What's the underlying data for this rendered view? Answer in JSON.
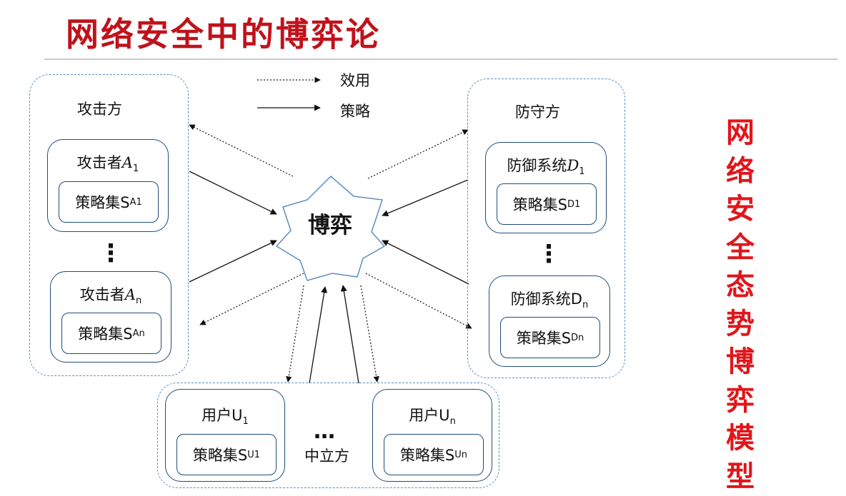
{
  "title": "网络安全中的博弈论",
  "side_title": [
    "网",
    "络",
    "安",
    "全",
    "态",
    "势",
    "博",
    "弈",
    "模",
    "型"
  ],
  "legend": {
    "utility": "效用",
    "strategy": "策略"
  },
  "center": {
    "label": "博弈"
  },
  "attackers": {
    "group_label": "攻击方",
    "a1": {
      "name": "攻击者",
      "var": "A",
      "sub": "1",
      "strategy": "策略集S",
      "strategy_sub": "A1"
    },
    "an": {
      "name": "攻击者",
      "var": "A",
      "sub": "n",
      "strategy": "策略集S",
      "strategy_sub": "An"
    },
    "ellipsis": "⋮"
  },
  "defenders": {
    "group_label": "防守方",
    "d1": {
      "name": "防御系统",
      "var": "D",
      "sub": "1",
      "strategy": "策略集S",
      "strategy_sub": "D1"
    },
    "dn": {
      "name": "防御系统D",
      "sub": "n",
      "strategy": "策略集S",
      "strategy_sub": "Dn"
    },
    "ellipsis": "⋮"
  },
  "neutral": {
    "group_label": "中立方",
    "u1": {
      "name": "用户U",
      "sub": "1",
      "strategy": "策略集S",
      "strategy_sub": "U1"
    },
    "un": {
      "name": "用户U",
      "sub": "n",
      "strategy": "策略集S",
      "strategy_sub": "Un"
    },
    "ellipsis": "…"
  },
  "colors": {
    "title": "#c0121b",
    "side_title": "#e0161b",
    "group_border": "#5b8fc0",
    "card_border": "#1f4e79",
    "star_border": "#5b8fc0"
  }
}
